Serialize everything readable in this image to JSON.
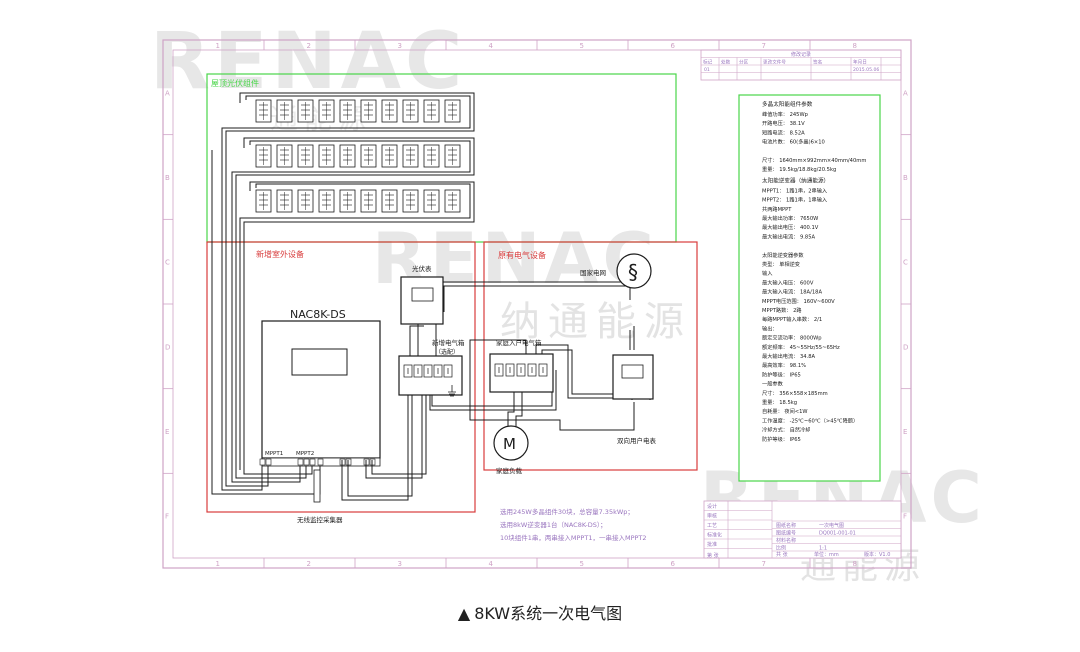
{
  "watermarks": {
    "brand_big": "RENAC",
    "brand_cn": "纳通能源",
    "brand_cn_partial": "通能源"
  },
  "frame": {
    "columns": [
      "1",
      "2",
      "3",
      "4",
      "5",
      "6",
      "7",
      "8"
    ],
    "rows": [
      "A",
      "B",
      "C",
      "D",
      "E",
      "F"
    ]
  },
  "sections": {
    "pv_array": "屋顶光伏组件",
    "new_outdoor": "新增室外设备",
    "existing": "原有电气设备"
  },
  "devices": {
    "inverter_model": "NAC8K-DS",
    "pv_meter": "光伏表",
    "pv_box": "新增电气箱",
    "pv_box_note": "（选配）",
    "grid": "国家电网",
    "house_box": "家庭入户电气箱",
    "bidir_meter": "双向用户电表",
    "load": "家庭负载",
    "mppt1": "MPPT1",
    "mppt2": "MPPT2",
    "monitor": "无线监控采集器",
    "grid_symbol": "§",
    "load_symbol": "M"
  },
  "notes": [
    "选用245W多晶组件30块，总容量7.35kWp；",
    "选用8kW逆变器1台（NAC8K-DS）；",
    "10块组件1串，两串接入MPPT1，一串接入MPPT2"
  ],
  "params": {
    "module_head": "多晶太阳能组件参数",
    "module": [
      "峰值功率：  245Wp",
      "开路电压：  38.1V",
      "短路电流：  8.52A",
      "电池片数：  60(多晶)6×10",
      "",
      "尺寸：  1640mm×992mm×40mm/40mm",
      "重量：  19.5kg/18.8kg/20.5kg"
    ],
    "inv_head": "太阳能逆变器（纳通能源）",
    "inv": [
      "MPPT1：  1路1串，2串输入",
      "MPPT2：  1路1串，1串输入",
      "共两路MPPT",
      "最大输出功率：  7650W",
      "最大输出电压：  400.1V",
      "最大输出电流：  9.85A",
      "",
      "太阳能逆变器参数",
      "类型：  单相逆变"
    ],
    "inv2": [
      "输入",
      "最大输入电压：  600V",
      "最大输入电流：  18A/18A",
      "MPPT电压范围：  160V~600V",
      "MPPT路数：  2路",
      "每路MPPT输入串数：  2/1",
      "输出：",
      "额定交流功率：  8000Wp",
      "额定频率：  45~55Hz/55~65Hz",
      "最大输出电流：  34.8A",
      "最高效率：  98.1%",
      "防护等级：  IP65",
      "一般参数",
      "尺寸：  356×558×185mm",
      "重量：  18.5kg",
      "自耗量：  夜间<1W",
      "工作温度：  -25℃~60℃（>45℃降额）",
      "冷却方式：  自然冷却",
      "防护等级：  IP65"
    ]
  },
  "title_block_top": {
    "title": "修改记录",
    "headers": [
      "标记",
      "处数",
      "分区",
      "更改文件号",
      "签名",
      "年月日"
    ],
    "row": [
      "",
      "",
      "",
      "",
      "",
      "2015.05.06"
    ],
    "left_labels": [
      "01"
    ]
  },
  "title_block_bottom": {
    "labels": [
      "设计",
      "审核",
      "工艺",
      "标准化",
      "批准"
    ],
    "fields": [
      {
        "k": "图纸名称",
        "v": "一次电气图"
      },
      {
        "k": "图纸编号",
        "v": "DQ001-001-01"
      },
      {
        "k": "材料名称",
        "v": ""
      },
      {
        "k": "比例",
        "v": "1:1"
      }
    ],
    "sheet_a": "共 张",
    "sheet_b": "第 张",
    "unit": "单位：mm",
    "page": "版本：V1.0"
  },
  "caption": {
    "marker": "▲",
    "text": "8KW系统一次电气图"
  },
  "colors": {
    "frame": "#cfa3c6",
    "green": "#49d649",
    "red": "#d83c3c",
    "line": "#1c1c1c",
    "note_purple": "#9a76bf",
    "watermark": "#d4d4d4"
  }
}
